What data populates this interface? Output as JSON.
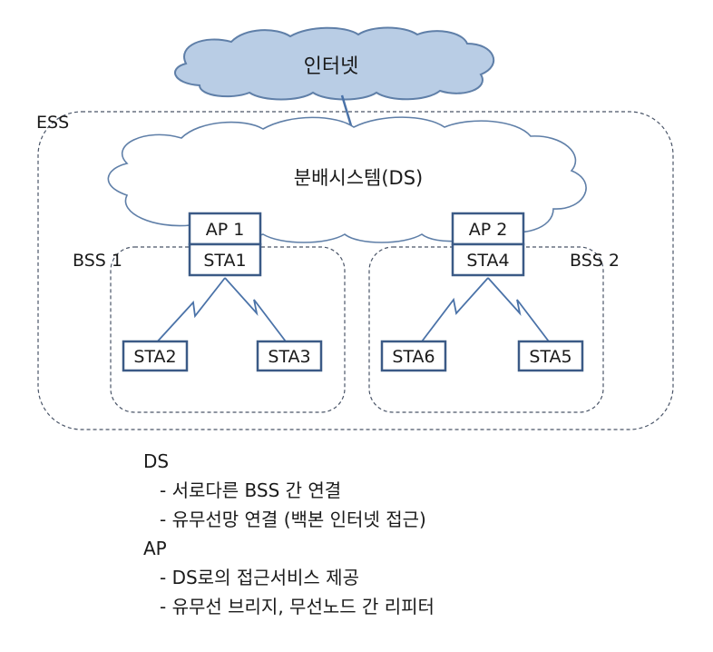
{
  "diagram": {
    "internet_label": "인터넷",
    "ess_label": "ESS",
    "ds_label": "분배시스템(DS)",
    "bss1_label": "BSS 1",
    "bss2_label": "BSS 2",
    "ap1": {
      "ap": "AP 1",
      "sta": "STA1"
    },
    "ap2": {
      "ap": "AP 2",
      "sta": "STA4"
    },
    "stations": {
      "sta2": "STA2",
      "sta3": "STA3",
      "sta6": "STA6",
      "sta5": "STA5"
    },
    "colors": {
      "cloud_fill": "#b9cde5",
      "cloud_stroke": "#5f7fa8",
      "box_stroke": "#3b5a86",
      "line": "#4a72a8",
      "dashed": "#4a5568"
    }
  },
  "notes": [
    {
      "heading": "DS",
      "items": [
        "- 서로다른 BSS 간 연결",
        "- 유무선망 연결 (백본 인터넷 접근)"
      ]
    },
    {
      "heading": "AP",
      "items": [
        "- DS로의 접근서비스 제공",
        "- 유무선 브리지, 무선노드 간 리피터"
      ]
    }
  ]
}
